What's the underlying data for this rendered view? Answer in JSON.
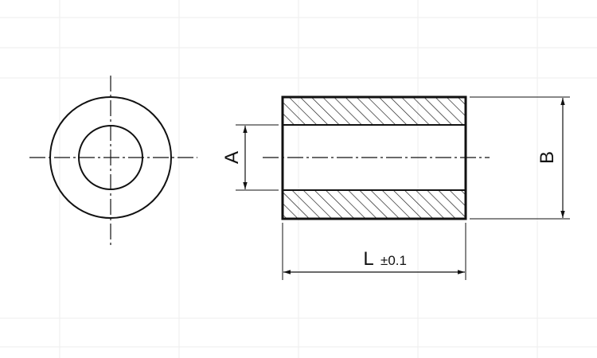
{
  "labels": {
    "a": "A",
    "b": "B",
    "l": "L",
    "tolerance": "±0.1"
  },
  "colors": {
    "stroke": "#111111",
    "grid": "#eeeeee"
  }
}
